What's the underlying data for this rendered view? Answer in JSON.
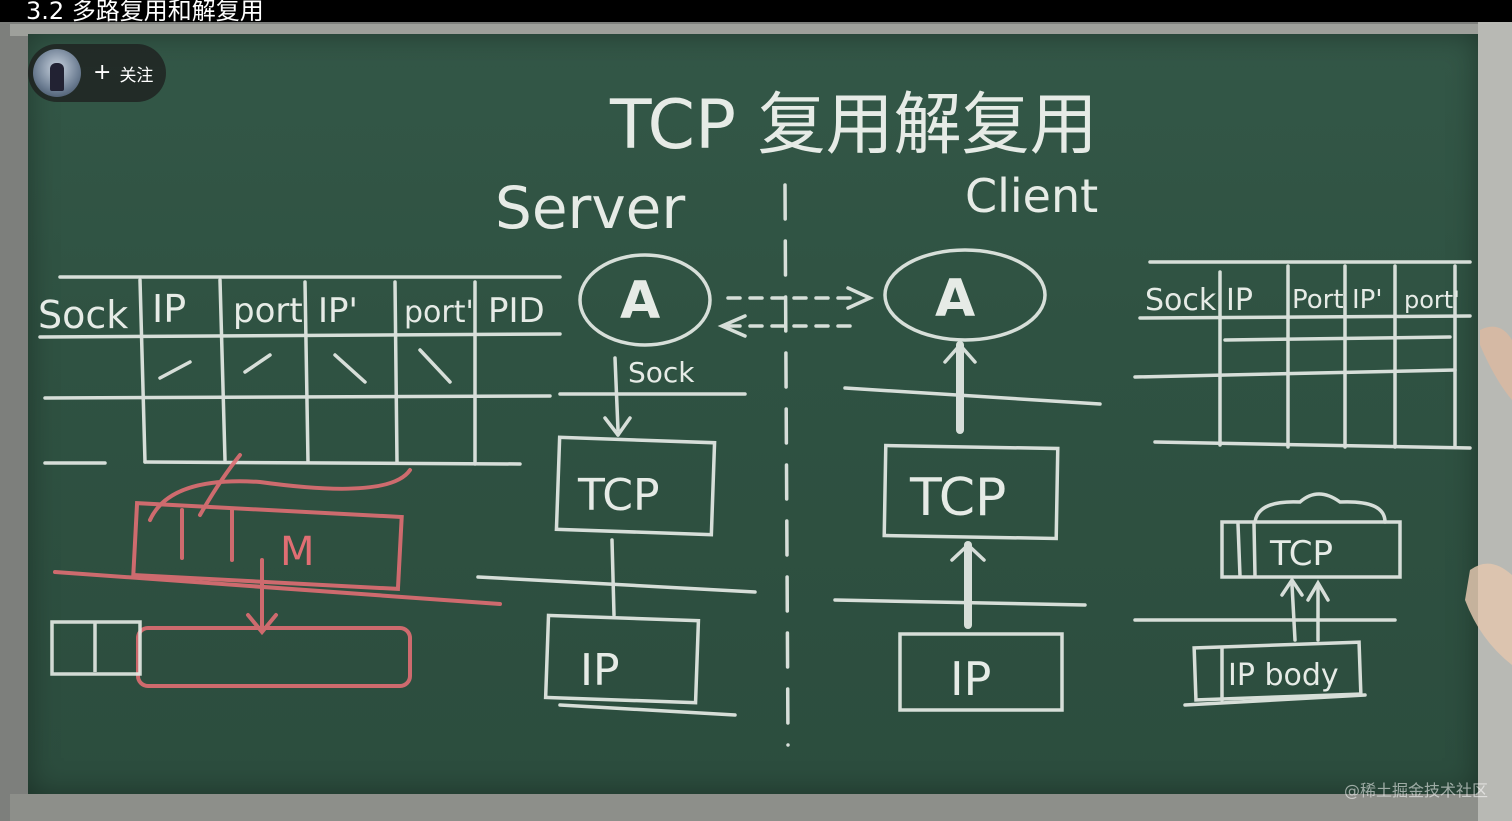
{
  "video": {
    "title": "3.2 多路复用和解复用"
  },
  "uploader": {
    "follow_label": "关注",
    "plus": "+"
  },
  "board": {
    "heading": "TCP 复用解复用",
    "server_label": "Server",
    "client_label": "Client",
    "process_label": "A",
    "sock_label": "Sock",
    "tcp_label": "TCP",
    "ip_label": "IP",
    "m_label": "M",
    "ip_body_label": "IP body",
    "server_table_headers": [
      "Sock",
      "IP",
      "port",
      "IP'",
      "port'",
      "PID"
    ],
    "client_table_headers": [
      "Sock",
      "IP",
      "Port",
      "IP'",
      "port'"
    ]
  },
  "watermark": "@稀土掘金技术社区",
  "colors": {
    "board": "#2f5242",
    "chalk": "#e6ebe6",
    "red_chalk": "#e06e73"
  }
}
